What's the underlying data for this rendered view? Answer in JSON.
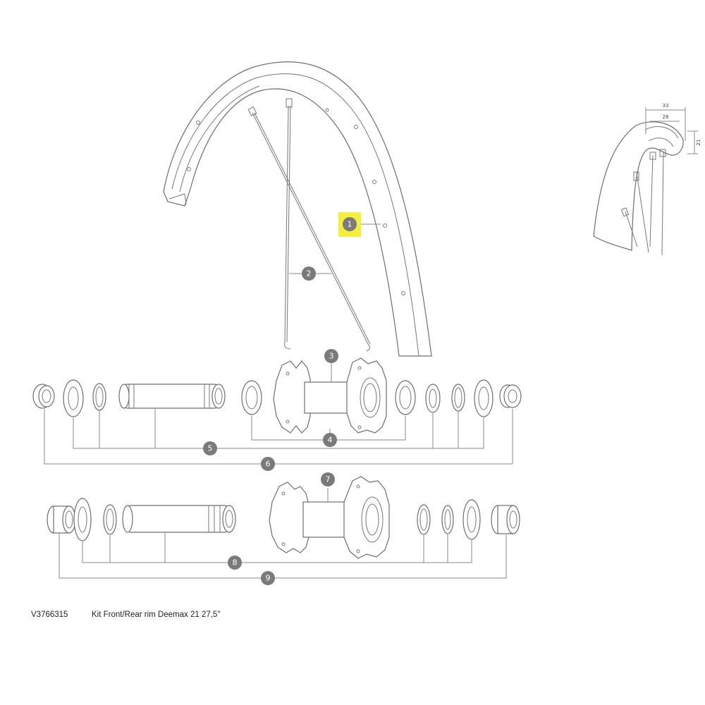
{
  "callouts": [
    {
      "id": "1",
      "label": "1",
      "highlighted": true
    },
    {
      "id": "2",
      "label": "2"
    },
    {
      "id": "3",
      "label": "3"
    },
    {
      "id": "4",
      "label": "4"
    },
    {
      "id": "5",
      "label": "5"
    },
    {
      "id": "6",
      "label": "6"
    },
    {
      "id": "7",
      "label": "7"
    },
    {
      "id": "8",
      "label": "8"
    },
    {
      "id": "9",
      "label": "9"
    }
  ],
  "profile_dimensions": {
    "outer_width": "33",
    "inner_width": "28",
    "height": "21"
  },
  "caption": {
    "part_code": "V3766315",
    "description": "Kit Front/Rear rim Deemax 21 27,5''"
  },
  "colors": {
    "highlight": "#f4ef3b",
    "callout_fill": "#7a7a7a",
    "line": "#6e6e6e"
  }
}
